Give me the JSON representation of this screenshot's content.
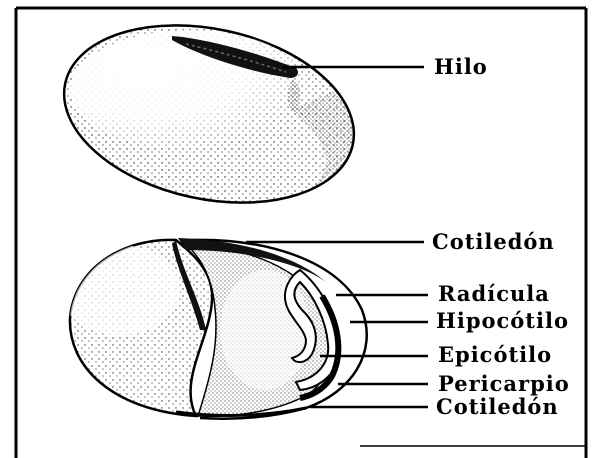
{
  "diagram": {
    "labels": {
      "hilo": "Hilo",
      "cotiledon_top": "Cotiledón",
      "radicula": "Radícula",
      "hipocotilo": "Hipocótilo",
      "epicotilo": "Epicótilo",
      "pericarpio": "Pericarpio",
      "cotiledon_bottom": "Cotiledón"
    }
  }
}
